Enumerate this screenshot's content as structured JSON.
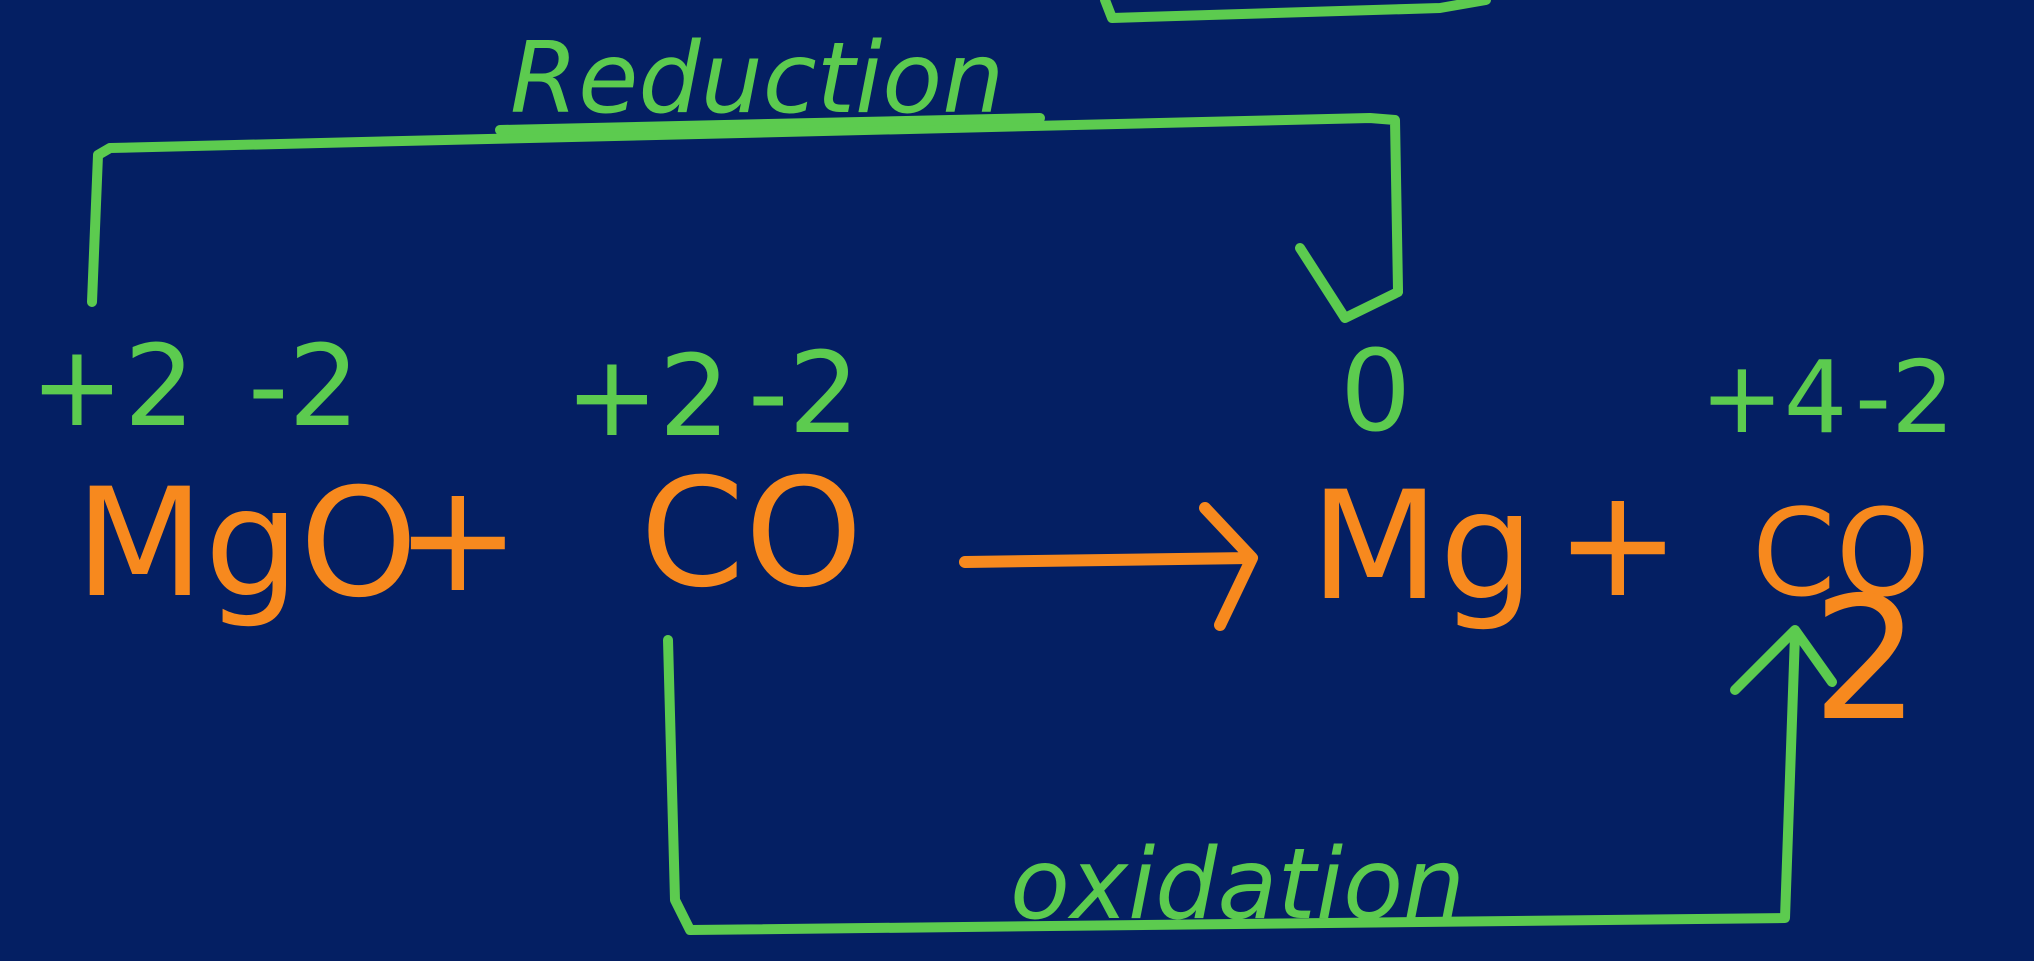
{
  "labels": {
    "reduction": "Reduction",
    "oxidation": "oxidation"
  },
  "equation": {
    "reactant1": "MgO",
    "plus1": "+",
    "reactant2": "CO",
    "product1": "Mg",
    "plus2": "+",
    "product2_base": "CO",
    "product2_subscript": "2"
  },
  "oxidation_states": {
    "MgO_Mg": "+2",
    "MgO_O": "-2",
    "CO_C": "+2",
    "CO_O": "-2",
    "Mg": "0",
    "CO2_C": "+4",
    "CO2_O": "-2"
  },
  "colors": {
    "background": "#041f63",
    "annotation_green": "#5ccb4f",
    "formula_orange": "#f7891e"
  }
}
